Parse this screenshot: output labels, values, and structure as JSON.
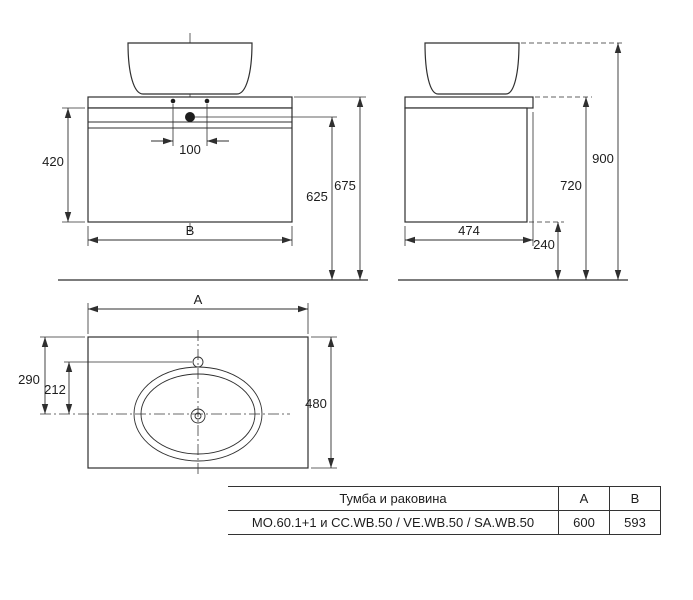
{
  "drawing": {
    "front_view": {
      "dim_cabinet_height": "420",
      "dim_faucet_holes": "100",
      "dim_width": "B",
      "dim_faucet_height": "625",
      "dim_countertop_height": "675"
    },
    "side_view": {
      "dim_depth": "474",
      "dim_floor_clearance": "240",
      "dim_countertop_height": "720",
      "dim_total_height": "900"
    },
    "top_view": {
      "dim_width": "A",
      "dim_basin_center_from_back": "290",
      "dim_faucet_to_basin_center": "212",
      "dim_depth": "480"
    }
  },
  "table": {
    "header": {
      "product": "Тумба и раковина",
      "col_a": "A",
      "col_b": "B"
    },
    "rows": [
      {
        "product": "MO.60.1+1 и CC.WB.50 / VE.WB.50 / SA.WB.50",
        "a": "600",
        "b": "593"
      }
    ]
  }
}
